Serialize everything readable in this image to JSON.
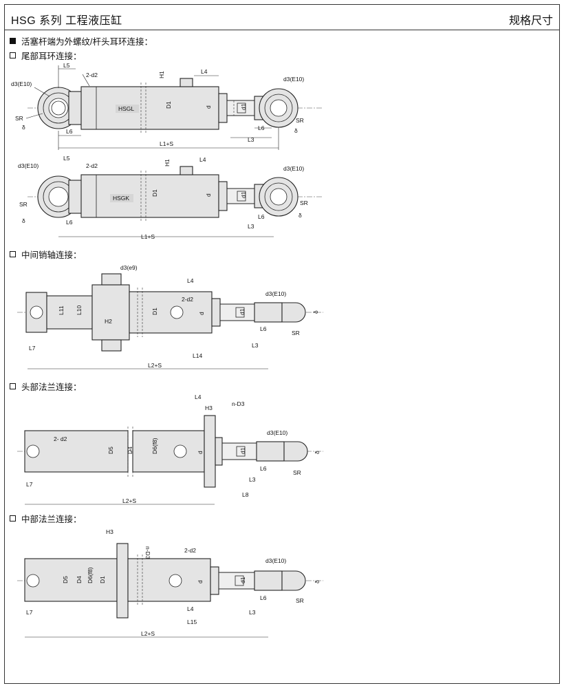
{
  "header": {
    "title": "HSG 系列  工程液压缸",
    "right": "规格尺寸"
  },
  "intro": "活塞杆端为外螺纹/杆头耳环连接：",
  "sections": {
    "rear_eye": "尾部耳环连接：",
    "trunnion": "中间销轴连接：",
    "head_flange": "头部法兰连接：",
    "mid_flange": "中部法兰连接："
  },
  "labels": {
    "L1": "L1",
    "L2": "L2",
    "L3": "L3",
    "L4": "L4",
    "L5": "L5",
    "L6": "L6",
    "L7": "L7",
    "L8": "L8",
    "L10": "L10",
    "L11": "L11",
    "L14": "L14",
    "L15": "L15",
    "L1S": "L1+S",
    "L2S": "L2+S",
    "d": "d",
    "d1": "d1",
    "d3": "d3(E10)",
    "d3e9": "d3(e9)",
    "d2": "2-d2",
    "d2b": "2- d2",
    "D1": "D1",
    "D4": "D4",
    "D5": "D5",
    "D6": "D6(f8)",
    "H1": "H1",
    "H2": "H2",
    "H3": "H3",
    "nD3": "n-D3",
    "SR": "SR",
    "delta": "δ",
    "HSGL": "HSGL",
    "HSGK": "HSGK"
  }
}
